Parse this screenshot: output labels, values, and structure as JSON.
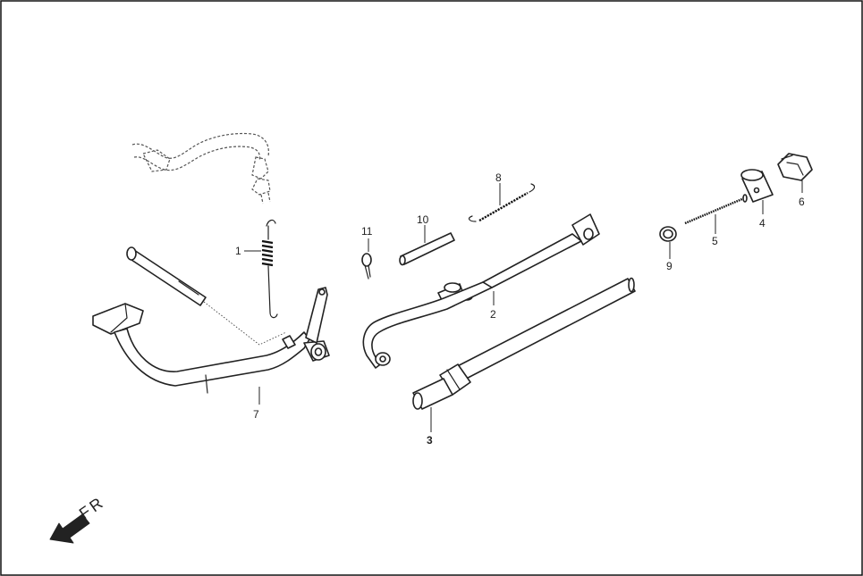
{
  "callouts": {
    "part_1": "1",
    "part_2": "2",
    "part_3": "3",
    "part_4": "4",
    "part_5": "5",
    "part_6": "6",
    "part_7": "7",
    "part_8": "8",
    "part_9": "9",
    "part_10": "10",
    "part_11": "11"
  },
  "direction": {
    "label": "FR",
    "icon": "arrow-down-left-icon"
  }
}
